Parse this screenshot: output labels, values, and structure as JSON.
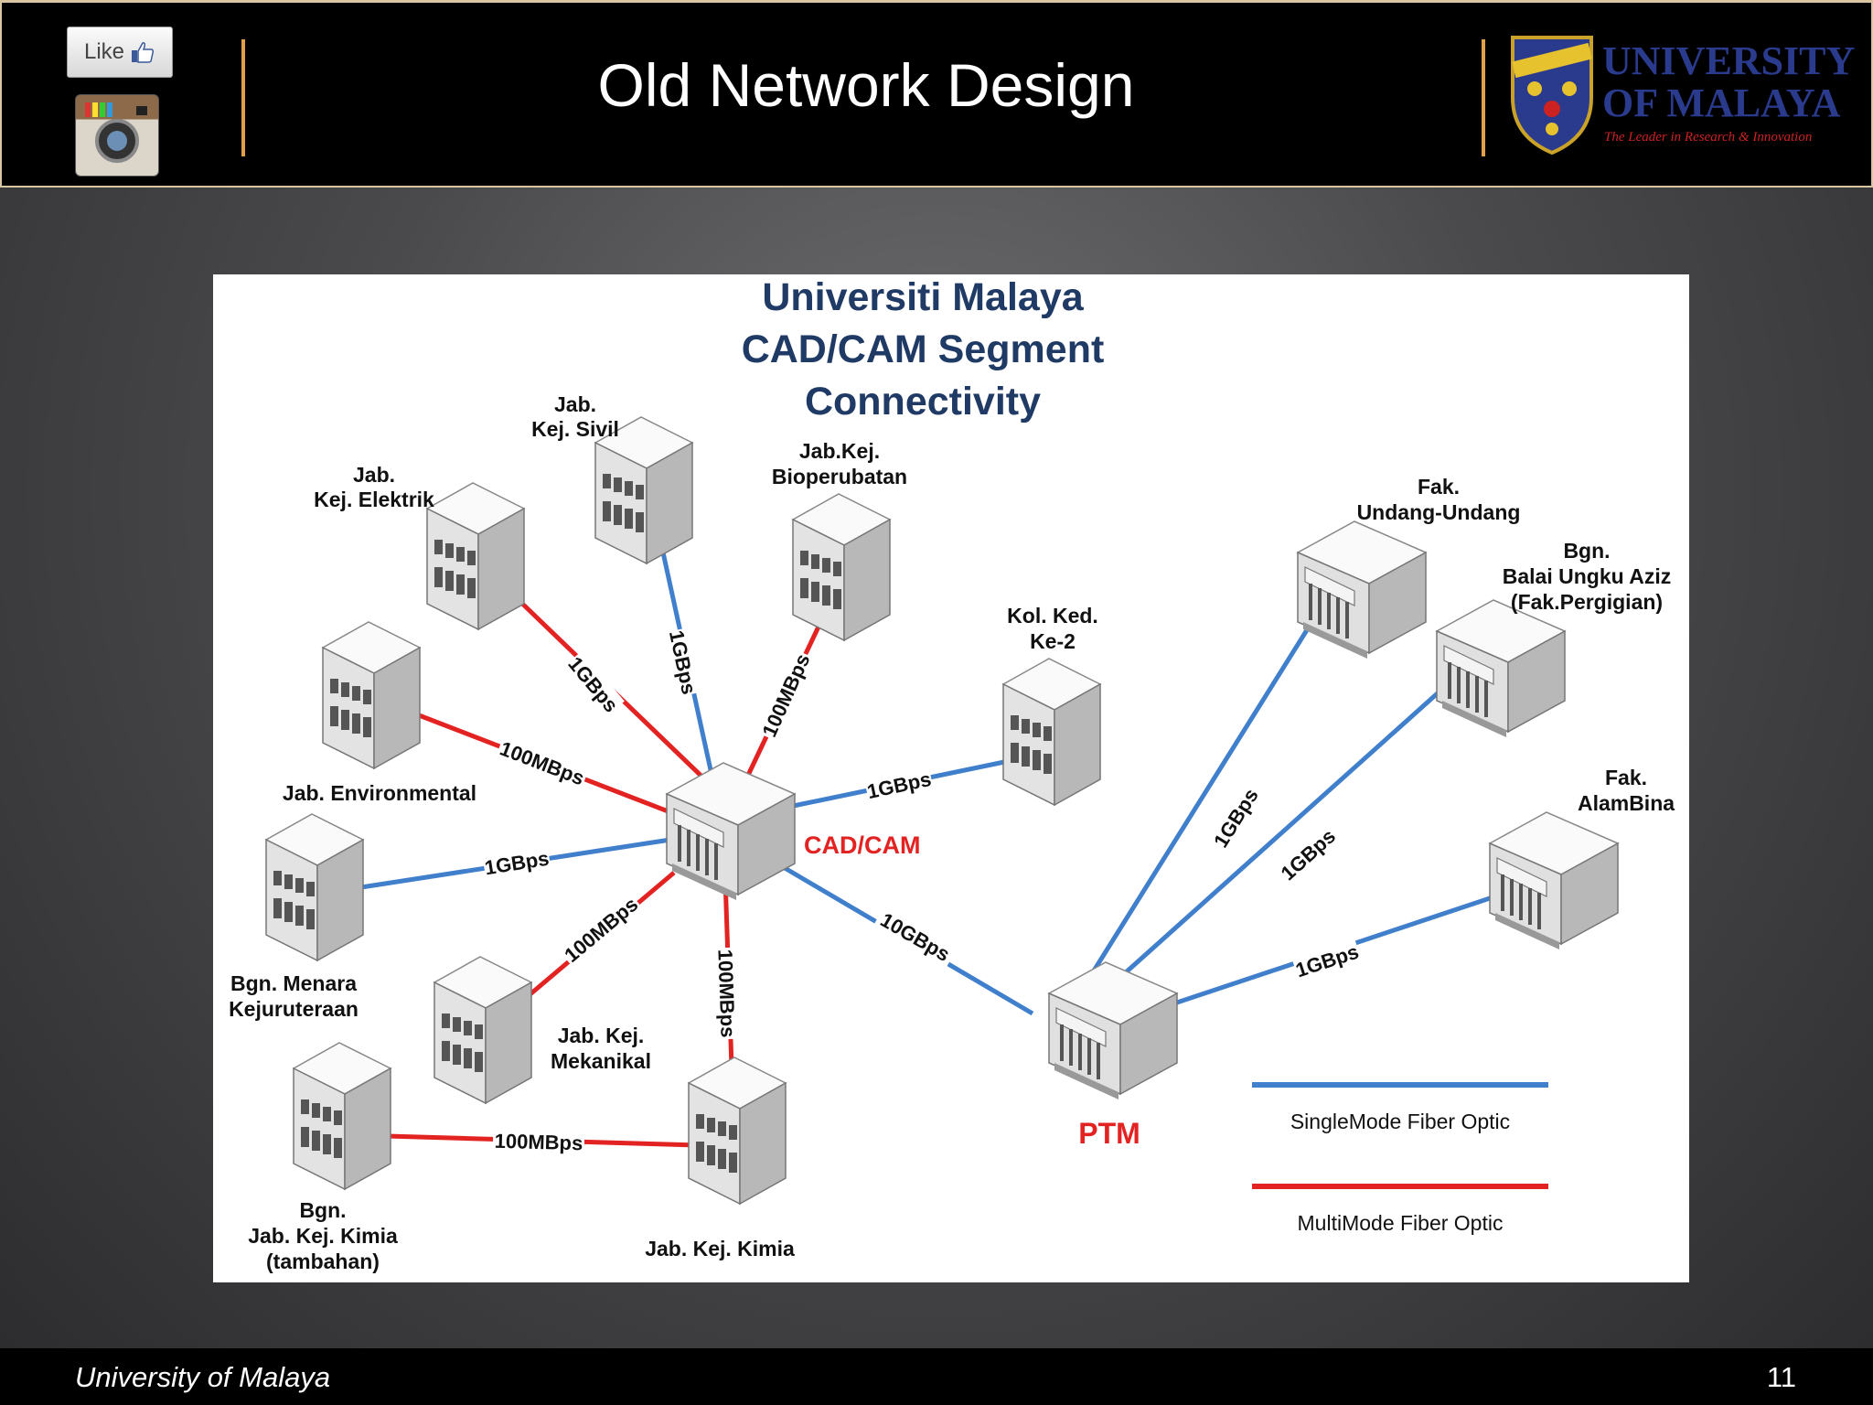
{
  "header": {
    "title": "Old Network Design",
    "like_label": "Like",
    "logo": {
      "line1": "UNIVERSITY",
      "line2": "OF MALAYA",
      "tagline": "The Leader in Research & Innovation"
    }
  },
  "diagram": {
    "title_lines": [
      "Universiti Malaya",
      "CAD/CAM Segment",
      "Connectivity"
    ],
    "hubs": {
      "cadcam": "CAD/CAM",
      "ptm": "PTM"
    },
    "nodes": {
      "sivil": [
        "Jab.",
        "Kej. Sivil"
      ],
      "elektrik": [
        "Jab.",
        "Kej. Elektrik"
      ],
      "bioperubatan": [
        "Jab.Kej.",
        "Bioperubatan"
      ],
      "environmental": [
        "Jab. Environmental"
      ],
      "kolked": [
        "Kol. Ked.",
        "Ke-2"
      ],
      "menara": [
        "Bgn. Menara",
        "Kejuruteraan"
      ],
      "mekanikal": [
        "Jab. Kej.",
        "Mekanikal"
      ],
      "kimia_tambahan": [
        "Bgn.",
        "Jab. Kej. Kimia",
        "(tambahan)"
      ],
      "kimia": [
        "Jab. Kej. Kimia"
      ],
      "undang": [
        "Fak.",
        "Undang-Undang"
      ],
      "balai": [
        "Bgn.",
        "Balai Ungku Aziz",
        "(Fak.Pergigian)"
      ],
      "alambina": [
        "Fak.",
        "AlamBina"
      ]
    },
    "links": {
      "sivil": "1GBps",
      "elektrik": "1GBps",
      "bioperubatan": "100MBps",
      "environmental": "100MBps",
      "kolked": "1GBps",
      "menara": "1GBps",
      "mekanikal": "100MBps",
      "kimia": "100MBps",
      "kimia_tambahan": "100MBps",
      "ptm": "10GBps",
      "undang": "1GBps",
      "balai": "1GBps",
      "alambina": "1GBps"
    },
    "legend": {
      "single": "SingleMode Fiber Optic",
      "multi": "MultiMode Fiber Optic"
    },
    "colors": {
      "single": "#3f7fcc",
      "multi": "#e32222",
      "hub_label": "#e32222",
      "title": "#1f3a64"
    }
  },
  "footer": {
    "org": "University of Malaya",
    "page": "11"
  }
}
